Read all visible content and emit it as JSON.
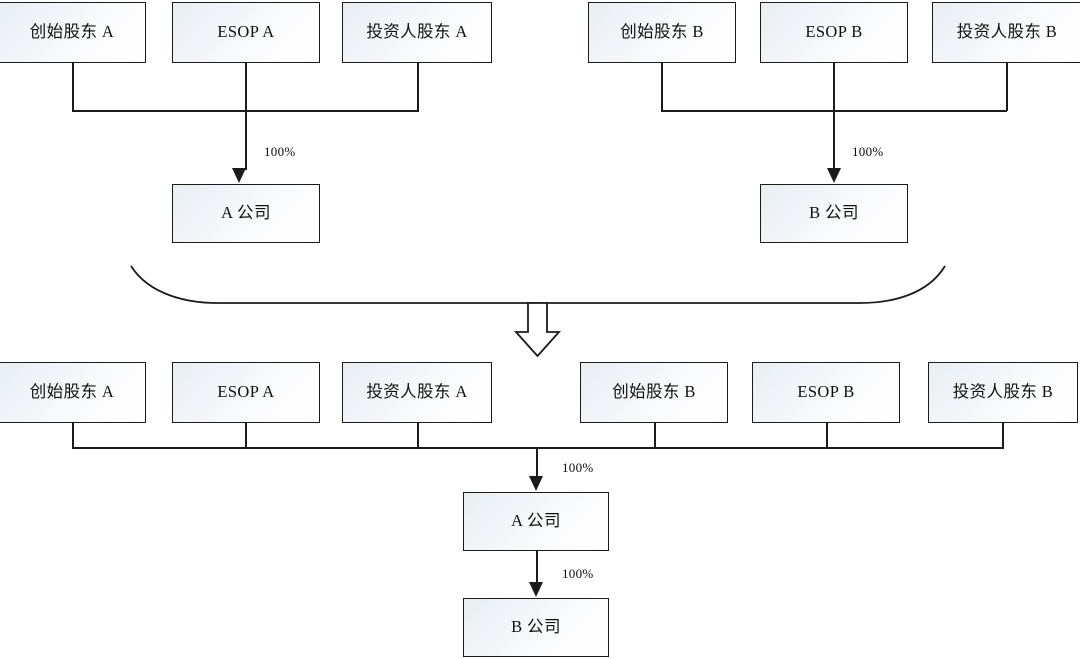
{
  "diagram": {
    "title": "Corporate restructuring shareholding diagram",
    "colors": {
      "line": "#1b1b1b",
      "box_fill_top": "#e9eef3",
      "box_fill_bottom": "#ffffff",
      "text": "#101010",
      "background": "#ffffff"
    },
    "before": {
      "group_a": {
        "shareholders": [
          {
            "label": "创始股东 A"
          },
          {
            "label": "ESOP A"
          },
          {
            "label": "投资人股东 A"
          }
        ],
        "company": {
          "label": "A 公司"
        },
        "ownership": "100%"
      },
      "group_b": {
        "shareholders": [
          {
            "label": "创始股东 B"
          },
          {
            "label": "ESOP B"
          },
          {
            "label": "投资人股东 B"
          }
        ],
        "company": {
          "label": "B 公司"
        },
        "ownership": "100%"
      }
    },
    "transition": {
      "icon": "down-arrow-icon"
    },
    "after": {
      "shareholders": [
        {
          "label": "创始股东 A"
        },
        {
          "label": "ESOP A"
        },
        {
          "label": "投资人股东 A"
        },
        {
          "label": "创始股东 B"
        },
        {
          "label": "ESOP B"
        },
        {
          "label": "投资人股东 B"
        }
      ],
      "parent_company": {
        "label": "A 公司"
      },
      "subsidiary_company": {
        "label": "B 公司"
      },
      "ownership_parent": "100%",
      "ownership_subsidiary": "100%"
    }
  }
}
